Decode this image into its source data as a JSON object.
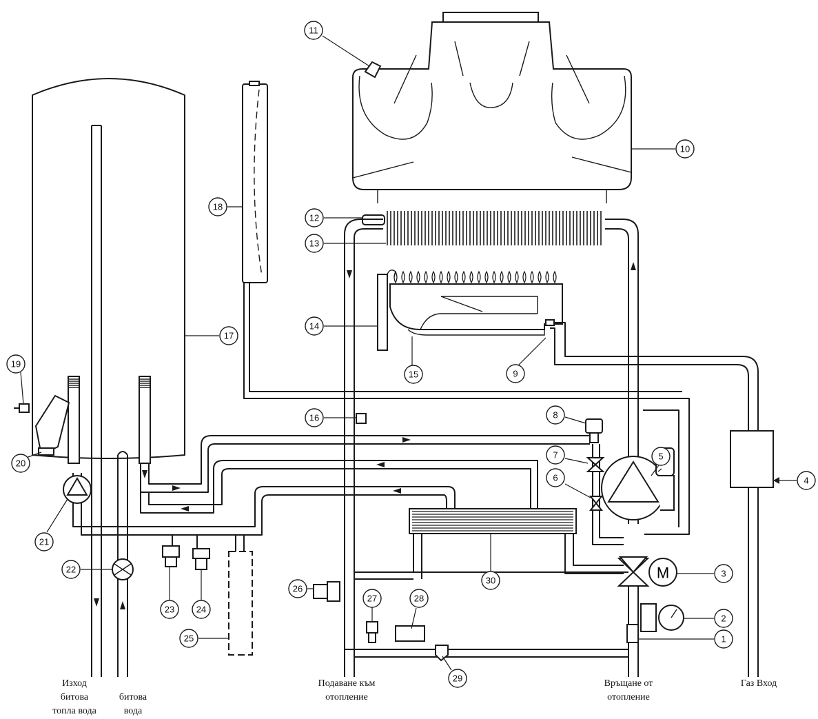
{
  "callouts": [
    {
      "id": "c1",
      "num": "1"
    },
    {
      "id": "c2",
      "num": "2"
    },
    {
      "id": "c3",
      "num": "3"
    },
    {
      "id": "c4",
      "num": "4"
    },
    {
      "id": "c5",
      "num": "5"
    },
    {
      "id": "c6",
      "num": "6"
    },
    {
      "id": "c7",
      "num": "7"
    },
    {
      "id": "c8",
      "num": "8"
    },
    {
      "id": "c9",
      "num": "9"
    },
    {
      "id": "c10",
      "num": "10"
    },
    {
      "id": "c11",
      "num": "11"
    },
    {
      "id": "c12",
      "num": "12"
    },
    {
      "id": "c13",
      "num": "13"
    },
    {
      "id": "c14",
      "num": "14"
    },
    {
      "id": "c15",
      "num": "15"
    },
    {
      "id": "c16",
      "num": "16"
    },
    {
      "id": "c17",
      "num": "17"
    },
    {
      "id": "c18",
      "num": "18"
    },
    {
      "id": "c19",
      "num": "19"
    },
    {
      "id": "c20",
      "num": "20"
    },
    {
      "id": "c21",
      "num": "21"
    },
    {
      "id": "c22",
      "num": "22"
    },
    {
      "id": "c23",
      "num": "23"
    },
    {
      "id": "c24",
      "num": "24"
    },
    {
      "id": "c25",
      "num": "25"
    },
    {
      "id": "c26",
      "num": "26"
    },
    {
      "id": "c27",
      "num": "27"
    },
    {
      "id": "c28",
      "num": "28"
    },
    {
      "id": "c29",
      "num": "29"
    },
    {
      "id": "c30",
      "num": "30"
    }
  ],
  "pump_motor_label": "M",
  "captions": {
    "dhw_out": [
      "Изход",
      "битова",
      "топла вода"
    ],
    "dhw_in": [
      "битова",
      "вода"
    ],
    "flow": [
      "Подаване към",
      "отопление"
    ],
    "return": [
      "Връщане от",
      "отопление"
    ],
    "gas": [
      "Газ Вход"
    ]
  }
}
